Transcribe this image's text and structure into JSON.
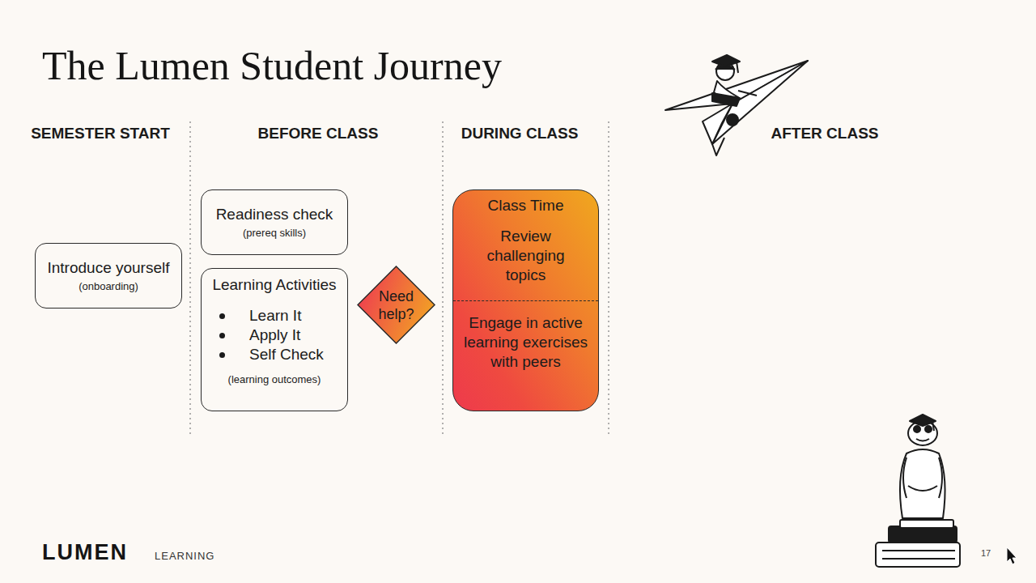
{
  "diagram": {
    "title": "The Lumen Student Journey",
    "nodes": [
      {
        "text": [
          "Introduce yourself",
          "(onboarding)"
        ]
      },
      {
        "text": [
          "Readiness check",
          "(prereq skills)"
        ]
      },
      {
        "text": [
          "Learning Activities",
          "Learn It",
          "Apply It",
          "Self Check",
          "(learning outcomes)"
        ]
      },
      {
        "text": [
          "Need help?"
        ]
      },
      {
        "text": [
          "Class Time",
          "Review challenging topics",
          "Engage in active learning exercises with peers"
        ]
      }
    ],
    "labels": [
      "SEMESTER START",
      "BEFORE CLASS",
      "DURING CLASS",
      "AFTER CLASS",
      "LUMEN",
      "LEARNING",
      "17"
    ]
  }
}
